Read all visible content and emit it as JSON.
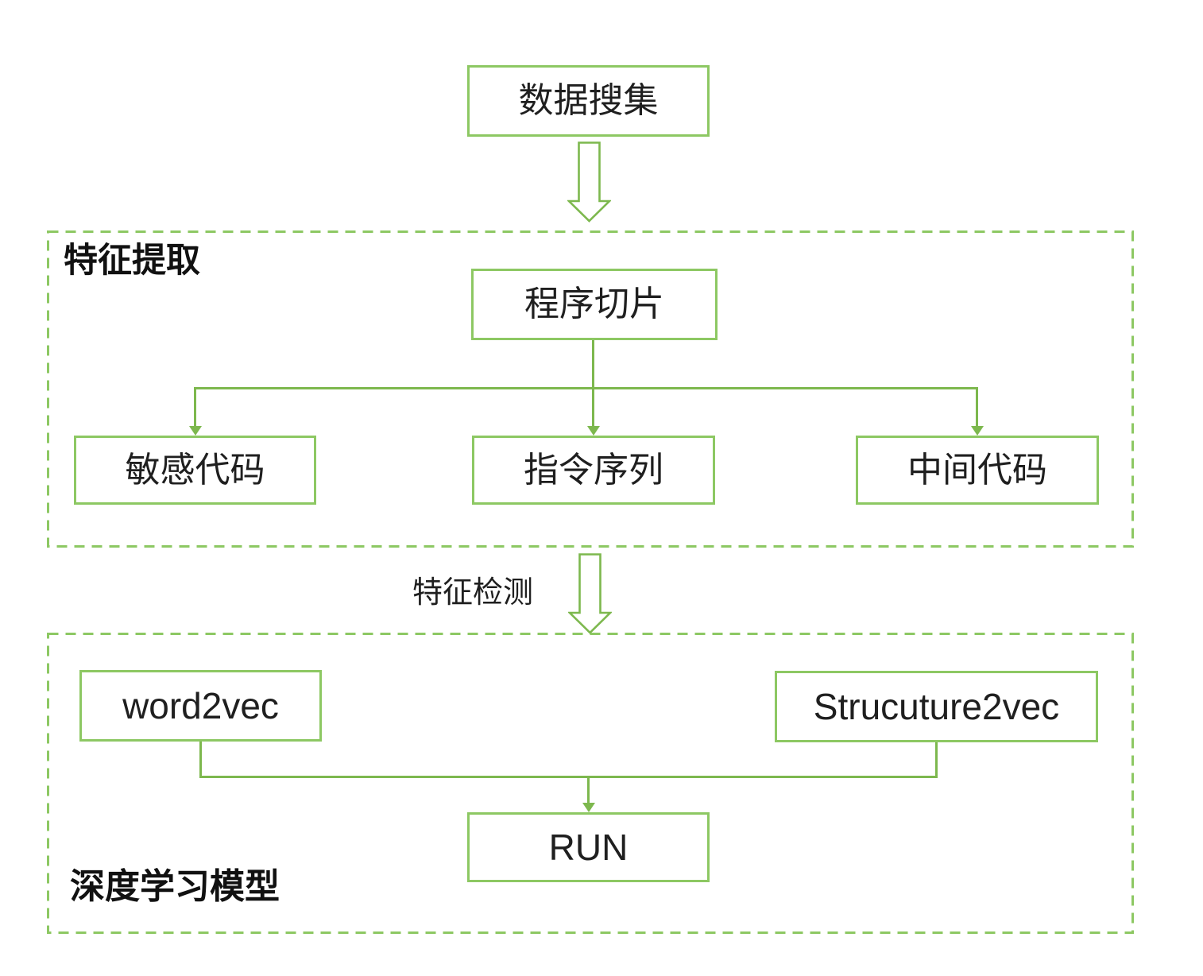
{
  "diagram": {
    "type": "flowchart",
    "colors": {
      "node_border_green": "#8dc863",
      "connector_green": "#7db84e",
      "text_black": "#1f1f1f",
      "background": "#ffffff"
    },
    "nodes": {
      "data_collection": "数据搜集",
      "program_slicing": "程序切片",
      "sensitive_code": "敏感代码",
      "instruction_sequence": "指令序列",
      "intermediate_code": "中间代码",
      "word2vec": "word2vec",
      "strucuture2vec": "Strucuture2vec",
      "run": "RUN"
    },
    "groups": {
      "feature_extraction": "特征提取",
      "deep_learning_model": "深度学习模型"
    },
    "edge_labels": {
      "feature_detection": "特征检测"
    },
    "edges": [
      {
        "from": "data_collection",
        "to": "feature_extraction_group",
        "style": "hollow-arrow",
        "label": ""
      },
      {
        "from": "program_slicing",
        "to": "sensitive_code",
        "style": "line-arrow",
        "label": ""
      },
      {
        "from": "program_slicing",
        "to": "instruction_sequence",
        "style": "line-arrow",
        "label": ""
      },
      {
        "from": "program_slicing",
        "to": "intermediate_code",
        "style": "line-arrow",
        "label": ""
      },
      {
        "from": "feature_extraction_group",
        "to": "deep_learning_model_group",
        "style": "hollow-arrow",
        "label": "特征检测"
      },
      {
        "from": "word2vec",
        "to": "run",
        "style": "line-arrow",
        "label": ""
      },
      {
        "from": "strucuture2vec",
        "to": "run",
        "style": "line-arrow",
        "label": ""
      }
    ]
  }
}
